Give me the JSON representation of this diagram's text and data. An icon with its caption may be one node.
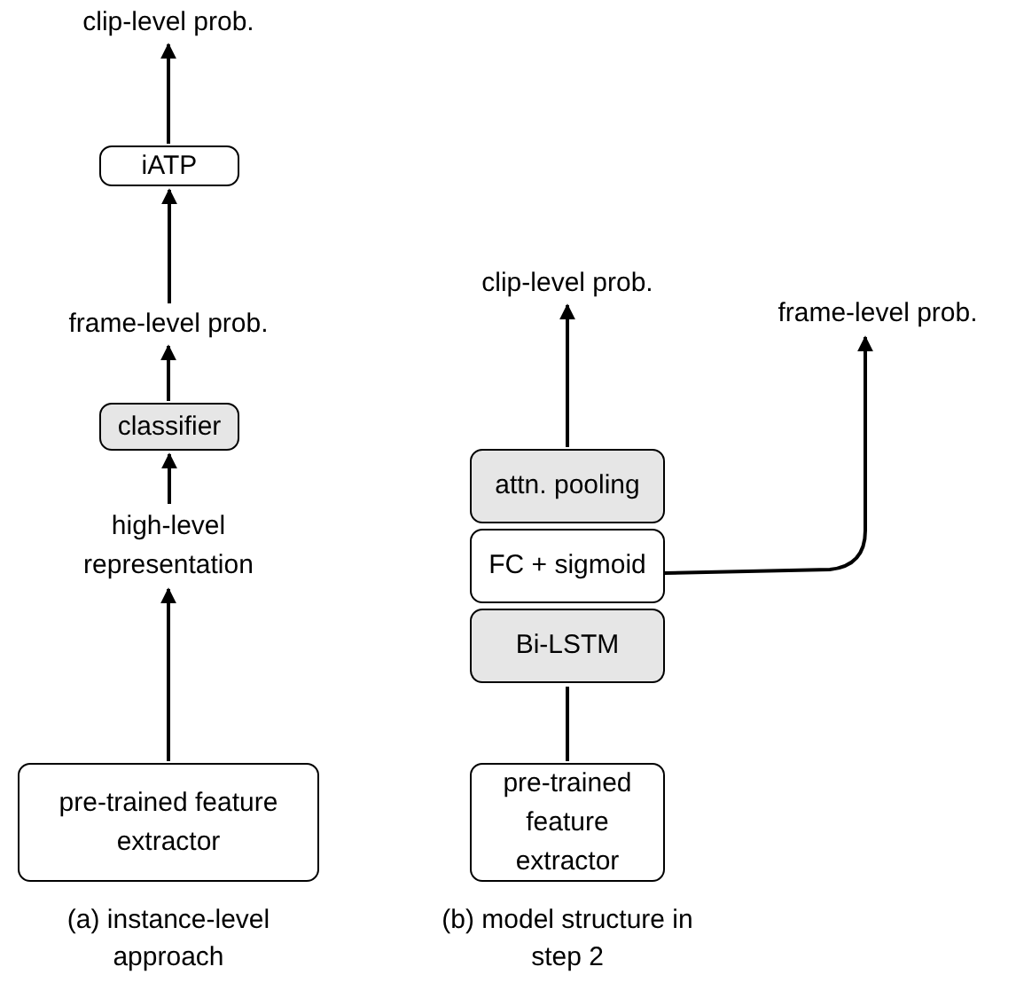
{
  "diagram": {
    "nodes": [
      {
        "text": [
          "clip-level prob."
        ]
      },
      {
        "text": [
          "iATP"
        ]
      },
      {
        "text": [
          "frame-level prob."
        ]
      },
      {
        "text": [
          "classifier"
        ]
      },
      {
        "text": [
          "high-level representation"
        ]
      },
      {
        "text": [
          "pre-trained feature extractor"
        ]
      },
      {
        "text": [
          "clip-level prob."
        ]
      },
      {
        "text": [
          "attn. pooling"
        ]
      },
      {
        "text": [
          "FC + sigmoid"
        ]
      },
      {
        "text": [
          "Bi-LSTM"
        ]
      },
      {
        "text": [
          "frame-level prob."
        ]
      },
      {
        "text": [
          "pre-trained feature extractor"
        ]
      }
    ],
    "edges": [
      {
        "from": 1,
        "to": 0,
        "arrow": "to"
      },
      {
        "from": 2,
        "to": 1,
        "arrow": "to"
      },
      {
        "from": 3,
        "to": 2,
        "arrow": "to"
      },
      {
        "from": 4,
        "to": 3,
        "arrow": "to"
      },
      {
        "from": 5,
        "to": 4,
        "arrow": "to"
      },
      {
        "from": 7,
        "to": 6,
        "arrow": "to"
      },
      {
        "from": 8,
        "to": 10,
        "arrow": "to"
      },
      {
        "from": 11,
        "to": 9,
        "arrow": "none"
      }
    ],
    "labels": [
      "(a) instance-level approach",
      "(b) model structure in step 2"
    ]
  }
}
